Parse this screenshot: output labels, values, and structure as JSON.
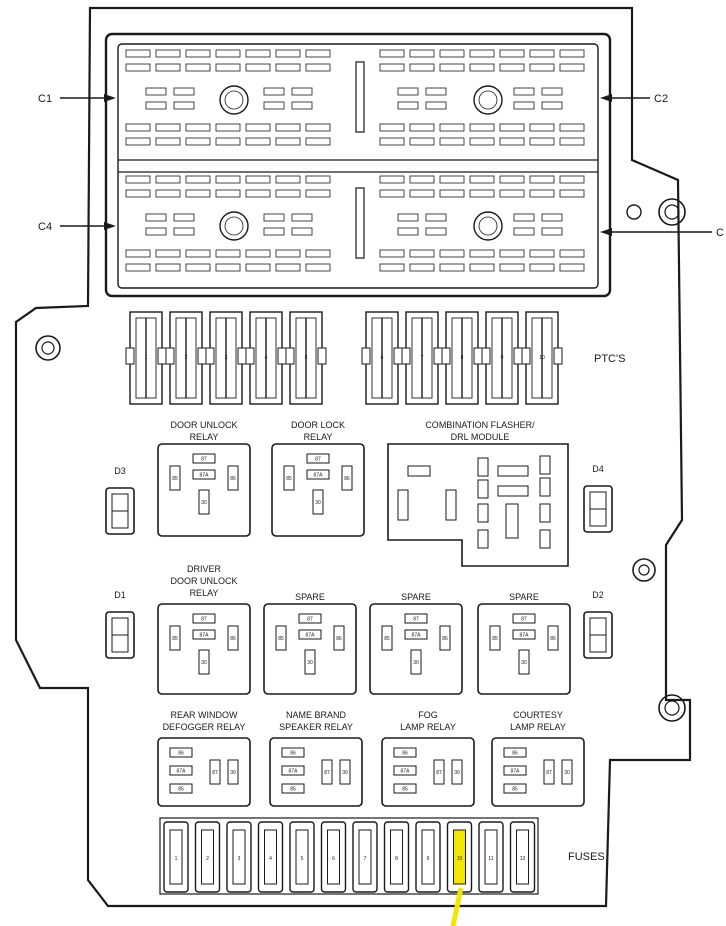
{
  "connectors": {
    "c1": "C1",
    "c2": "C2",
    "c3": "C",
    "c4": "C4"
  },
  "ptc_label": "PTC'S",
  "ptc_numbers": [
    "1",
    "2",
    "3",
    "4",
    "5",
    "6",
    "7",
    "8",
    "9",
    "10"
  ],
  "fuses_label": "FUSES",
  "fuse_numbers": [
    "1",
    "2",
    "3",
    "4",
    "5",
    "6",
    "7",
    "8",
    "9",
    "10",
    "11",
    "12"
  ],
  "highlighted_fuse": "10",
  "highlight_color": "#f2e600",
  "diodes": {
    "d1": "D1",
    "d2": "D2",
    "d3": "D3",
    "d4": "D4"
  },
  "relays": {
    "door_unlock": [
      "DOOR UNLOCK",
      "RELAY"
    ],
    "door_lock": [
      "DOOR LOCK",
      "RELAY"
    ],
    "combination_flasher": [
      "COMBINATION FLASHER/",
      "DRL MODULE"
    ],
    "driver_door_unlock": [
      "DRIVER",
      "DOOR UNLOCK",
      "RELAY"
    ],
    "spare_1": [
      "SPARE"
    ],
    "spare_2": [
      "SPARE"
    ],
    "spare_3": [
      "SPARE"
    ],
    "rear_window_defogger": [
      "REAR WINDOW",
      "DEFOGGER RELAY"
    ],
    "name_brand_speaker": [
      "NAME BRAND",
      "SPEAKER RELAY"
    ],
    "fog_lamp": [
      "FOG",
      "LAMP RELAY"
    ],
    "courtesy_lamp": [
      "COURTESY",
      "LAMP RELAY"
    ]
  },
  "relay_pins": {
    "p87": "87",
    "p87a": "87A",
    "p85": "85",
    "p86": "86",
    "p30": "30"
  }
}
